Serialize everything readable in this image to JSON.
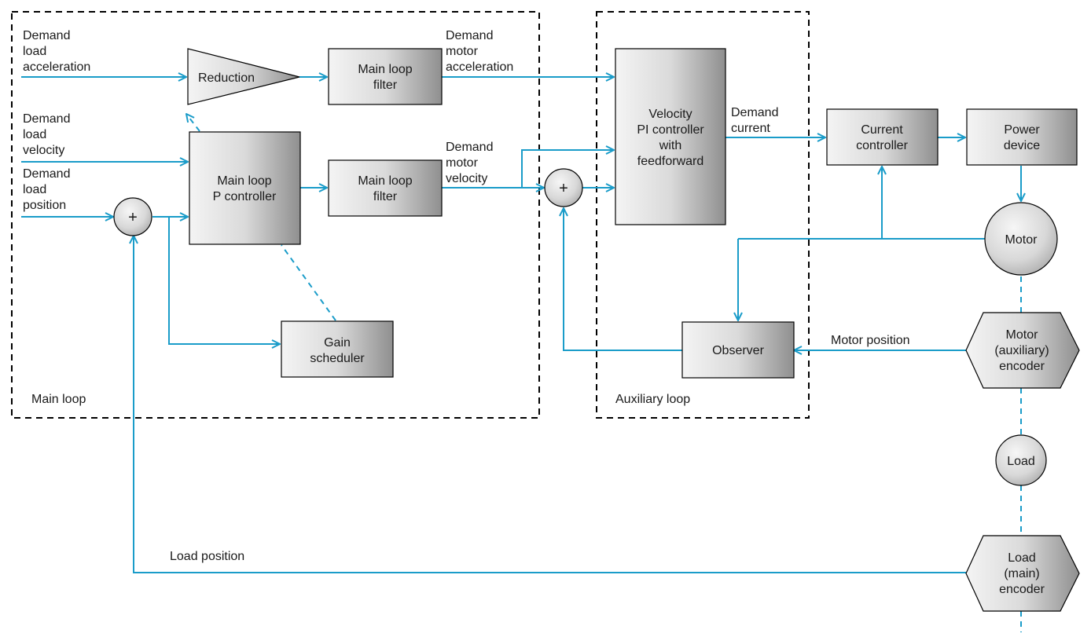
{
  "labels": {
    "demand_load_acceleration": [
      "Demand",
      "load",
      "acceleration"
    ],
    "demand_load_velocity": [
      "Demand",
      "load",
      "velocity"
    ],
    "demand_load_position": [
      "Demand",
      "load",
      "position"
    ],
    "demand_motor_acceleration": [
      "Demand",
      "motor",
      "acceleration"
    ],
    "demand_motor_velocity": [
      "Demand",
      "motor",
      "velocity"
    ],
    "demand_current": [
      "Demand",
      "current"
    ],
    "motor_position": "Motor position",
    "load_position": "Load position",
    "main_loop": "Main loop",
    "auxiliary_loop": "Auxiliary loop"
  },
  "blocks": {
    "reduction": "Reduction",
    "main_loop_filter_top": [
      "Main loop",
      "filter"
    ],
    "main_loop_filter_mid": [
      "Main loop",
      "filter"
    ],
    "main_loop_p_controller": [
      "Main loop",
      "P controller"
    ],
    "gain_scheduler": [
      "Gain",
      "scheduler"
    ],
    "velocity_pi_controller": [
      "Velocity",
      "PI controller",
      "with",
      "feedforward"
    ],
    "current_controller": [
      "Current",
      "controller"
    ],
    "power_device": [
      "Power",
      "device"
    ],
    "motor": "Motor",
    "observer": "Observer",
    "motor_encoder": [
      "Motor",
      "(auxiliary)",
      "encoder"
    ],
    "load": "Load",
    "load_encoder": [
      "Load",
      "(main)",
      "encoder"
    ],
    "summing_symbol": "+"
  },
  "colors": {
    "wire": "#1a9cc9",
    "block_gradient_start": "#f4f4f4",
    "block_gradient_end": "#8f8f8f"
  }
}
